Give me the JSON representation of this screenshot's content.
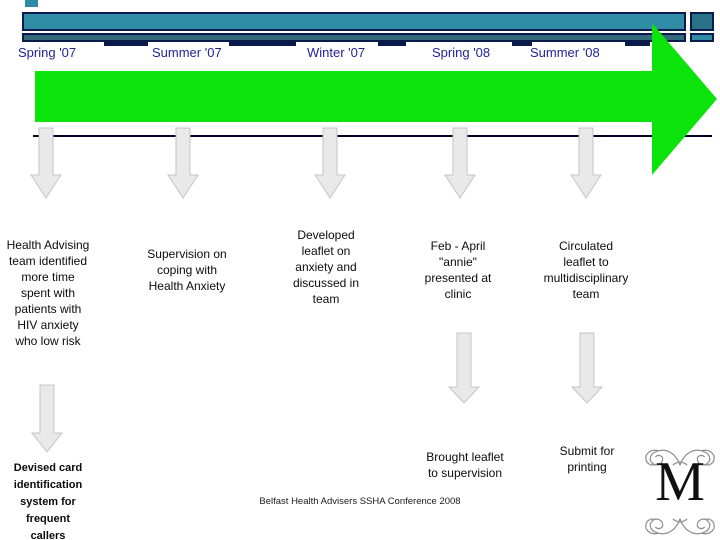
{
  "slide": {
    "timeline_labels": [
      "Spring '07",
      "Summer '07",
      "Winter '07",
      "Spring '08",
      "Summer '08"
    ],
    "events": [
      "Health Advising\nteam identified\nmore time\nspent with\npatients with\nHIV anxiety\nwho low risk",
      "Supervision on\ncoping with\nHealth Anxiety",
      "Developed\nleaflet on\nanxiety and\ndiscussed in\nteam",
      "Feb - April\n\"annie\"\npresented at\nclinic",
      "Circulated\nleaflet to\nmultidisciplinary\nteam"
    ],
    "followups": [
      "Devised card\nidentification\nsystem for\nfrequent\ncallers",
      "Brought leaflet\nto supervision",
      "Submit for\nprinting"
    ],
    "footer": "Belfast Health Advisers SSHA Conference 2008",
    "logo_letter": "M",
    "colors": {
      "header_teal": "#2E8CA6",
      "header_strip": "#35697C",
      "header_square_dark": "#2A7287",
      "header_border_navy": "#0A1A4A",
      "label_navy": "#1F1F96",
      "arrow_green": "#0BE30B",
      "arrow_gray_fill": "#E9E9E9",
      "arrow_gray_stroke": "#C4C4C4",
      "timeline_line": "#000028"
    }
  }
}
